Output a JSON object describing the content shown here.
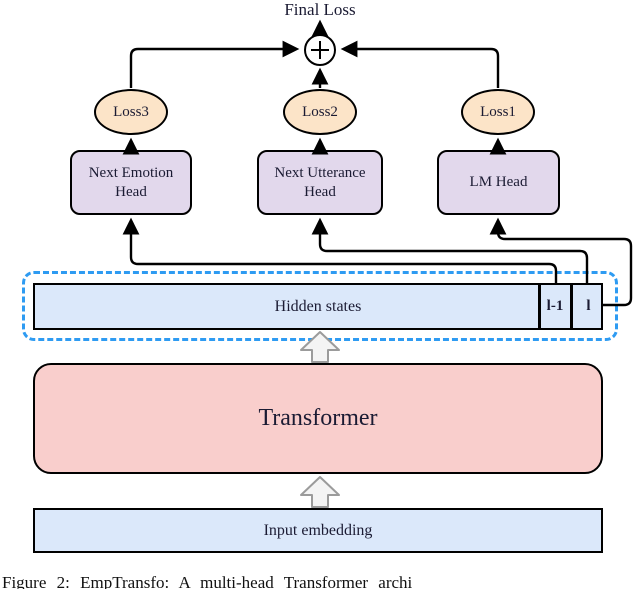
{
  "diagram": {
    "final_loss_label": "Final Loss",
    "sum_node": {
      "icon": "plus-circle-icon"
    },
    "loss_nodes": [
      {
        "label": "Loss3"
      },
      {
        "label": "Loss2"
      },
      {
        "label": "Loss1"
      }
    ],
    "head_nodes": [
      {
        "label": "Next Emotion Head"
      },
      {
        "label": "Next Utterance Head"
      },
      {
        "label": "LM Head"
      }
    ],
    "hidden_bar": {
      "label": "Hidden states",
      "cells": [
        {
          "label": "l-1"
        },
        {
          "label": "l"
        }
      ]
    },
    "transformer_label": "Transformer",
    "input_embedding_label": "Input embedding",
    "block_arrow_icons": [
      "up-block-arrow-icon",
      "up-block-arrow-icon"
    ]
  },
  "caption": {
    "text": "Figure 2: EmpTransfo: A multi-head Transformer archi"
  },
  "colors": {
    "blue_fill": "#dbe8fa",
    "pink_fill": "#f9cecc",
    "purple_fill": "#e2d8ec",
    "peach_fill": "#fce4c8",
    "dash_blue": "#2e9bf2",
    "ink": "#1b1b33",
    "line": "#000000"
  }
}
